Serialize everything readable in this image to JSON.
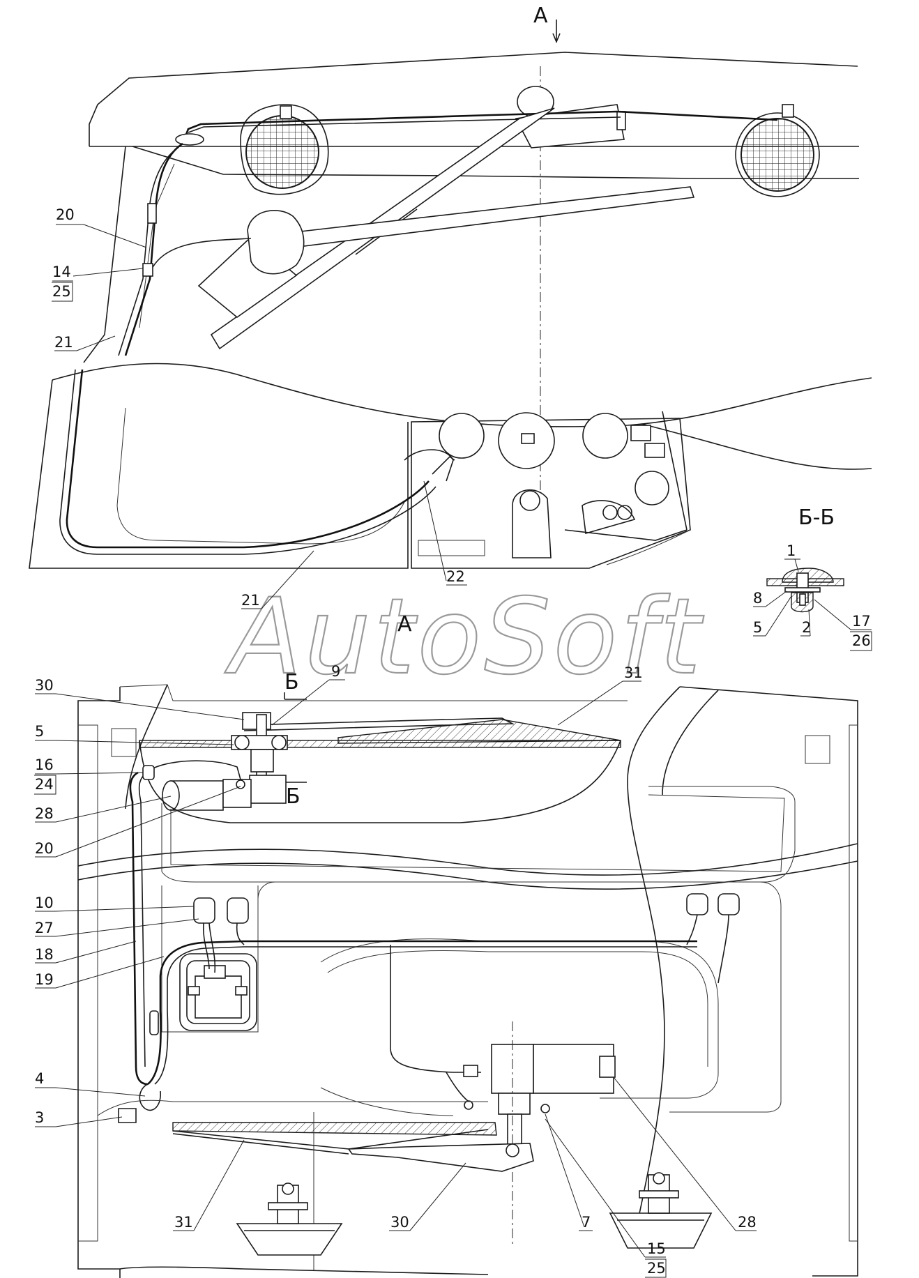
{
  "view_labels": {
    "top_view": "А",
    "bottom_view": "А",
    "section_mark_upper": "Б",
    "section_mark_lower": "Б",
    "section_title": "Б-Б"
  },
  "watermark": "AutoSoft",
  "callouts_top": [
    {
      "id": "t20",
      "text": "20"
    },
    {
      "id": "t14",
      "text": "14"
    },
    {
      "id": "t25",
      "text": "25"
    },
    {
      "id": "t21a",
      "text": "21"
    },
    {
      "id": "t21b",
      "text": "21"
    },
    {
      "id": "t22",
      "text": "22"
    }
  ],
  "callouts_section": [
    {
      "id": "s1",
      "text": "1"
    },
    {
      "id": "s8",
      "text": "8"
    },
    {
      "id": "s5",
      "text": "5"
    },
    {
      "id": "s2",
      "text": "2"
    },
    {
      "id": "s17",
      "text": "17"
    },
    {
      "id": "s26",
      "text": "26"
    }
  ],
  "callouts_bottom": [
    {
      "id": "b30a",
      "text": "30"
    },
    {
      "id": "b9",
      "text": "9"
    },
    {
      "id": "b31a",
      "text": "31"
    },
    {
      "id": "b5",
      "text": "5"
    },
    {
      "id": "b16",
      "text": "16"
    },
    {
      "id": "b24",
      "text": "24"
    },
    {
      "id": "b28a",
      "text": "28"
    },
    {
      "id": "b20",
      "text": "20"
    },
    {
      "id": "b10",
      "text": "10"
    },
    {
      "id": "b27",
      "text": "27"
    },
    {
      "id": "b18",
      "text": "18"
    },
    {
      "id": "b19",
      "text": "19"
    },
    {
      "id": "b4",
      "text": "4"
    },
    {
      "id": "b3",
      "text": "3"
    },
    {
      "id": "b31b",
      "text": "31"
    },
    {
      "id": "b30b",
      "text": "30"
    },
    {
      "id": "b7",
      "text": "7"
    },
    {
      "id": "b28b",
      "text": "28"
    },
    {
      "id": "b15",
      "text": "15"
    },
    {
      "id": "b25",
      "text": "25"
    }
  ]
}
